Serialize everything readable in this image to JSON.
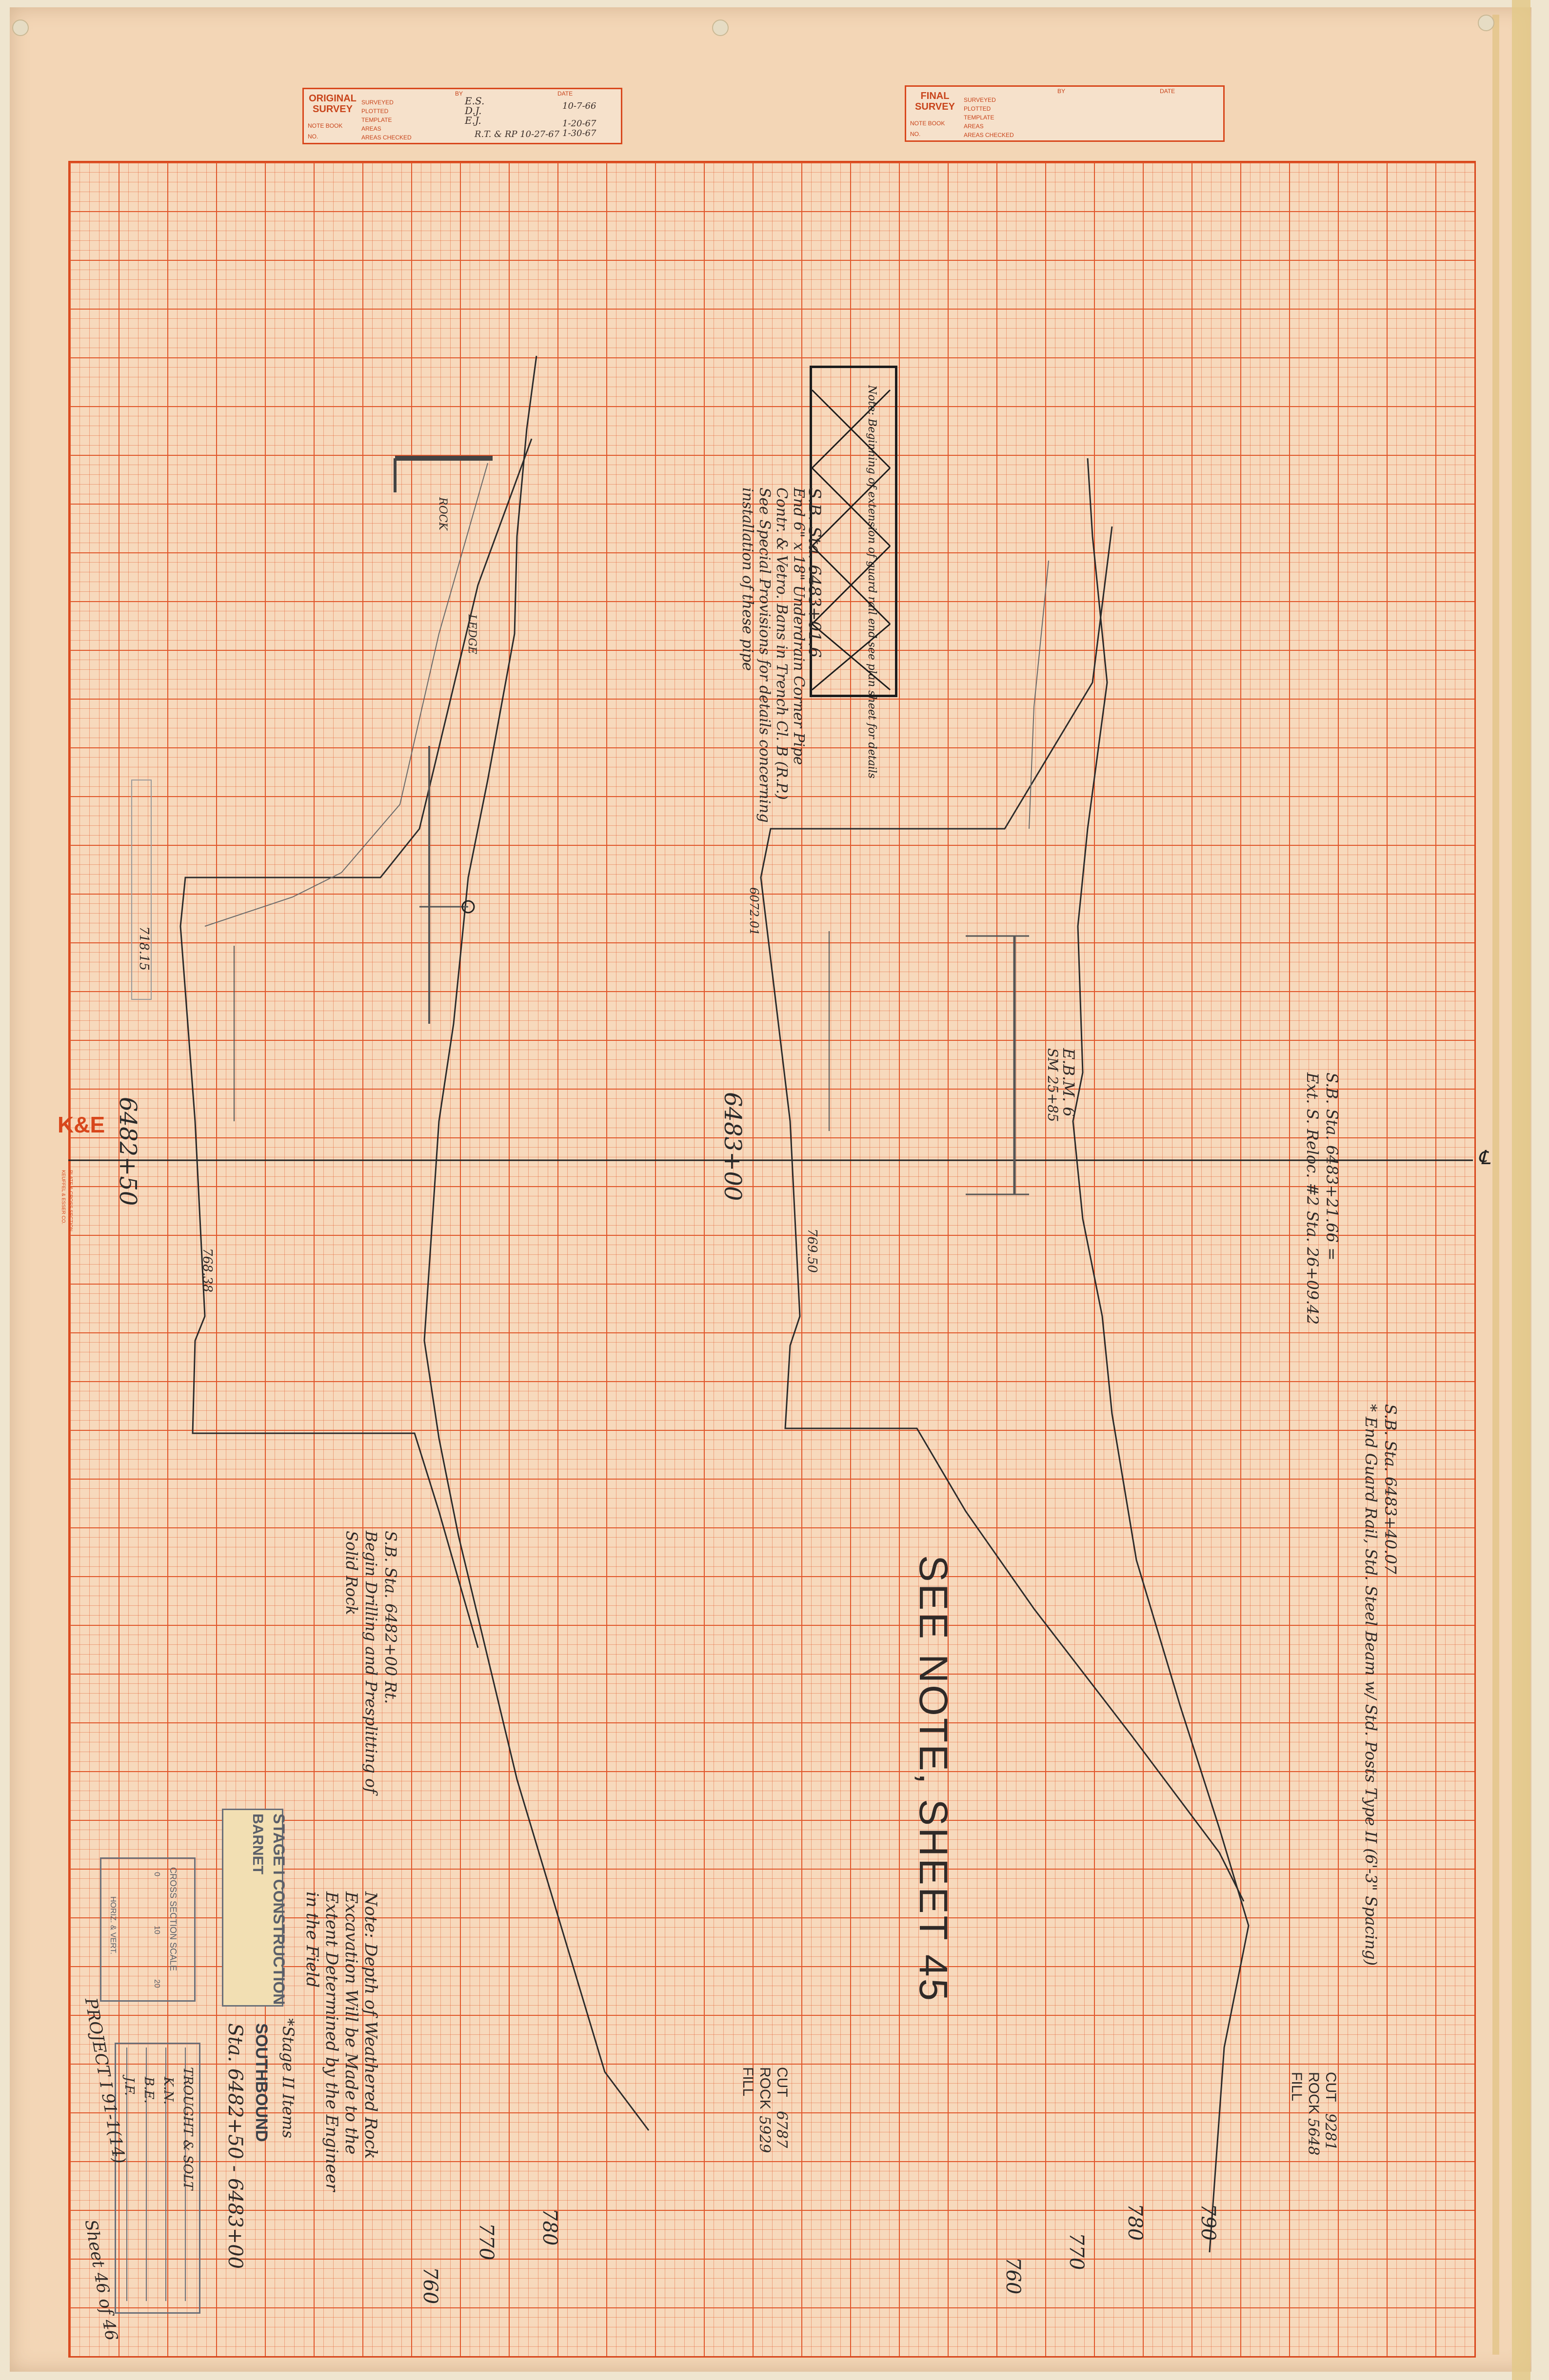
{
  "title_block_original": {
    "label": "ORIGINAL SURVEY",
    "note_book_label": "NOTE BOOK",
    "no_label": "NO.",
    "by_label": "BY",
    "date_label": "DATE",
    "rows": [
      "SURVEYED",
      "PLOTTED",
      "TEMPLATE",
      "AREAS",
      "AREAS CHECKED"
    ],
    "by_values": [
      "E.S.",
      "D.J.",
      "E.J.",
      "",
      "R.T."
    ],
    "date_values": [
      "10-7-66",
      "",
      "1-20-67",
      "1-30-67",
      ""
    ],
    "extra": "R.T. & RP 10-27-67"
  },
  "title_block_final": {
    "label": "FINAL SURVEY",
    "note_book_label": "NOTE BOOK",
    "no_label": "NO.",
    "by_label": "BY",
    "date_label": "DATE",
    "rows": [
      "SURVEYED",
      "PLOTTED",
      "TEMPLATE",
      "AREAS",
      "AREAS CHECKED"
    ]
  },
  "manufacturer": {
    "logo": "K&E",
    "line1": "PLATE & CROSS SECTION",
    "line2": "KEUFFEL & ESSER CO."
  },
  "stations": {
    "left": "6482+50",
    "right": "6483+00",
    "centerline": "℄"
  },
  "elevations": {
    "left": [
      "760",
      "770",
      "780"
    ],
    "right": [
      "760",
      "770",
      "780",
      "790"
    ]
  },
  "elevation_marks": {
    "left_ground": "718.15",
    "left_grade": "768.38",
    "right_grade": "769.50",
    "right_subgrade": "6072.01"
  },
  "notes": {
    "sb_sta_left": "S.B. Sta. 6483+01.6",
    "pipe_note_1": "End 6\" x 18\" Underdrain Corner Pipe",
    "pipe_note_2": "Contr. & Vetro. Bans in Trench Cl. B (R.P.)",
    "pipe_note_3": "See Special Provisions for details concerning",
    "pipe_note_4": "installation of these pipe",
    "boxed_note": "Note: Beginning of extension of guard rail end see plan sheet for details",
    "rock_label": "ROCK",
    "ledge_label": "LEDGE",
    "see_note": "SEE NOTE, SHEET 45",
    "sb_right_1": "S.B. Sta. 6483+21.66 =",
    "sb_right_2": "Ext. S. Reloc. #2 Sta. 26+09.42",
    "guard_rail_1": "S.B. Sta. 6483+40.07",
    "guard_rail_2": "* End Guard Rail, Std. Steel Beam w/ Std. Posts Type II (6'-3\" Spacing)",
    "drilling_1": "S.B. Sta. 6482+00 Rt.",
    "drilling_2": "Begin Drilling and Presplitting of",
    "drilling_3": "Solid Rock",
    "depth_1": "Note: Depth of Weathered Rock",
    "depth_2": "Excavation Will be Made to the",
    "depth_3": "Extent Determined by the Engineer",
    "depth_4": "in the Field",
    "stage_items": "*Stage II Items",
    "ebm_label": "E.B.M. 6",
    "ebm_sta": "SM 25+85"
  },
  "quantities": {
    "left": {
      "cut_label": "CUT",
      "cut": "6787",
      "rock_label": "ROCK",
      "rock": "5929",
      "fill_label": "FILL",
      "fill": ""
    },
    "right": {
      "cut_label": "CUT",
      "cut": "9281",
      "rock_label": "ROCK",
      "rock": "5648",
      "fill_label": "FILL",
      "fill": ""
    }
  },
  "title_stamp": {
    "town": "BARNET",
    "stage": "STAGE I CONSTRUCTION",
    "direction": "SOUTHBOUND",
    "sta_range": "Sta. 6482+50 - 6483+00",
    "project": "PROJECT I 91-1(14)",
    "sheet": "Sheet 46 of 46",
    "scale_label": "CROSS SECTION SCALE",
    "scale_units": "HORIZ. & VERT.",
    "scale_marks": [
      "0",
      "10",
      "20"
    ],
    "stamp_lines": [
      "TROUGHT & SOLT",
      "K.N.",
      "B.E.",
      "J.F."
    ]
  },
  "colors": {
    "grid": "#e0562a",
    "paper": "#f7d9bc",
    "pencil": "#2f2a28"
  }
}
